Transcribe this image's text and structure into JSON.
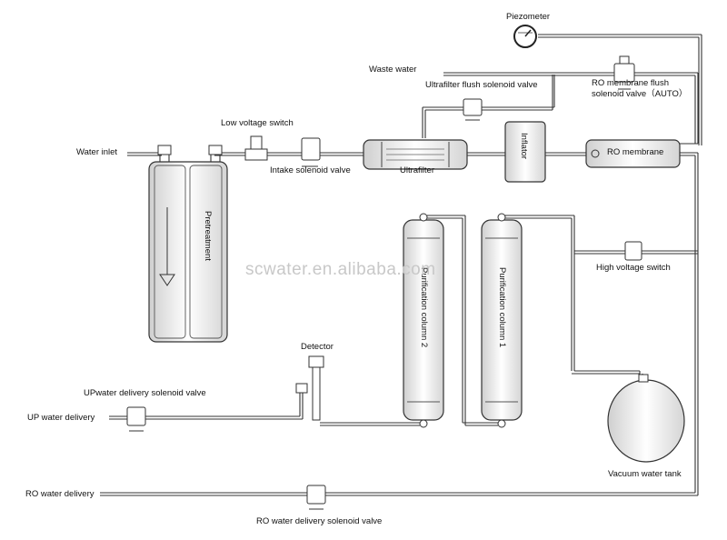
{
  "labels": {
    "piezometer": "Piezometer",
    "waste_water": "Waste water",
    "ro_flush_valve_line1": "RO membrane flush",
    "ro_flush_valve_line2": "solenoid valve（AUTO）",
    "uf_flush_valve": "Ultrafilter flush solenoid valve",
    "low_voltage_switch": "Low voltage switch",
    "water_inlet": "Water inlet",
    "intake_valve": "Intake solenoid valve",
    "ultrafilter": "Ultrafilter",
    "inflator": "Inflator",
    "ro_membrane": "RO membrane",
    "pretreatment": "Pretreatment",
    "high_voltage_switch": "High voltage switch",
    "purification_column_2": "Purification column 2",
    "purification_column_1": "Purification column 1",
    "detector": "Detector",
    "up_delivery_valve": "UPwater delivery solenoid valve",
    "up_water_delivery": "UP water delivery",
    "vacuum_tank": "Vacuum water tank",
    "ro_water_delivery": "RO water delivery",
    "ro_delivery_valve": "RO water delivery solenoid valve"
  },
  "watermark": "scwater.en.alibaba.com"
}
